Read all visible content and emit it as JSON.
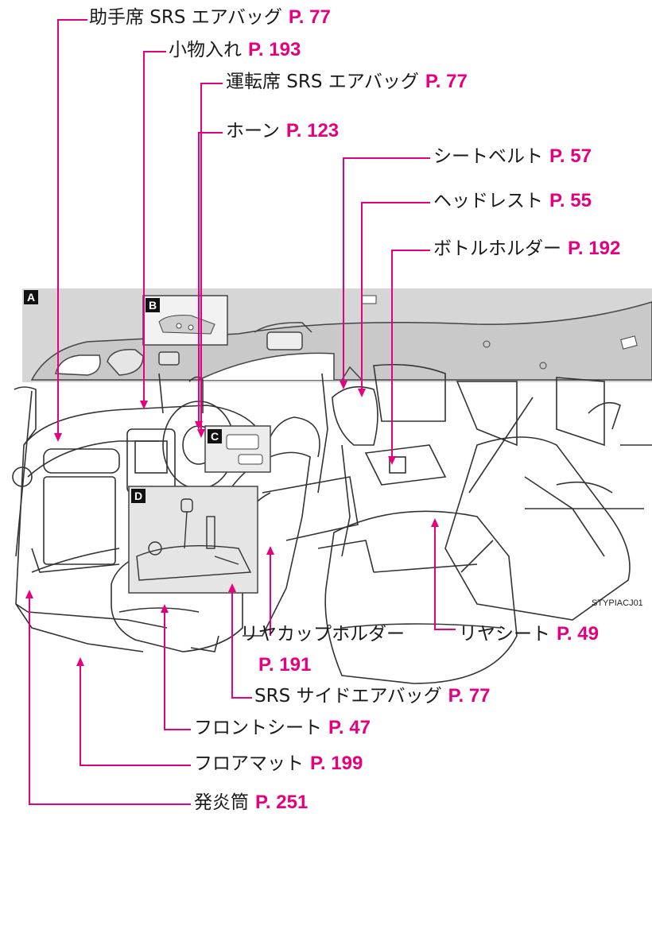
{
  "callouts": [
    {
      "label": "助手席 SRS エアバッグ",
      "page": "P. 77"
    },
    {
      "label": "小物入れ",
      "page": "P. 193"
    },
    {
      "label": "運転席 SRS エアバッグ",
      "page": "P. 77"
    },
    {
      "label": "ホーン",
      "page": "P. 123"
    },
    {
      "label": "シートベルト",
      "page": "P. 57"
    },
    {
      "label": "ヘッドレスト",
      "page": "P. 55"
    },
    {
      "label": "ボトルホルダー",
      "page": "P. 192"
    },
    {
      "label": "リヤカップホルダー",
      "page": "P. 191"
    },
    {
      "label": "リヤシート",
      "page": "P. 49"
    },
    {
      "label": "SRS サイドエアバッグ",
      "page": "P. 77"
    },
    {
      "label": "フロントシート",
      "page": "P. 47"
    },
    {
      "label": "フロアマット",
      "page": "P. 199"
    },
    {
      "label": "発炎筒",
      "page": "P. 251"
    }
  ],
  "insets": {
    "a": "A",
    "b": "B",
    "c": "C",
    "d": "D"
  },
  "image_code": "STYPIACJ01",
  "colors": {
    "leader": "#e4007f",
    "page_number": "#e4007f",
    "panel": "#d9d9d9",
    "line_art": "#333333"
  }
}
